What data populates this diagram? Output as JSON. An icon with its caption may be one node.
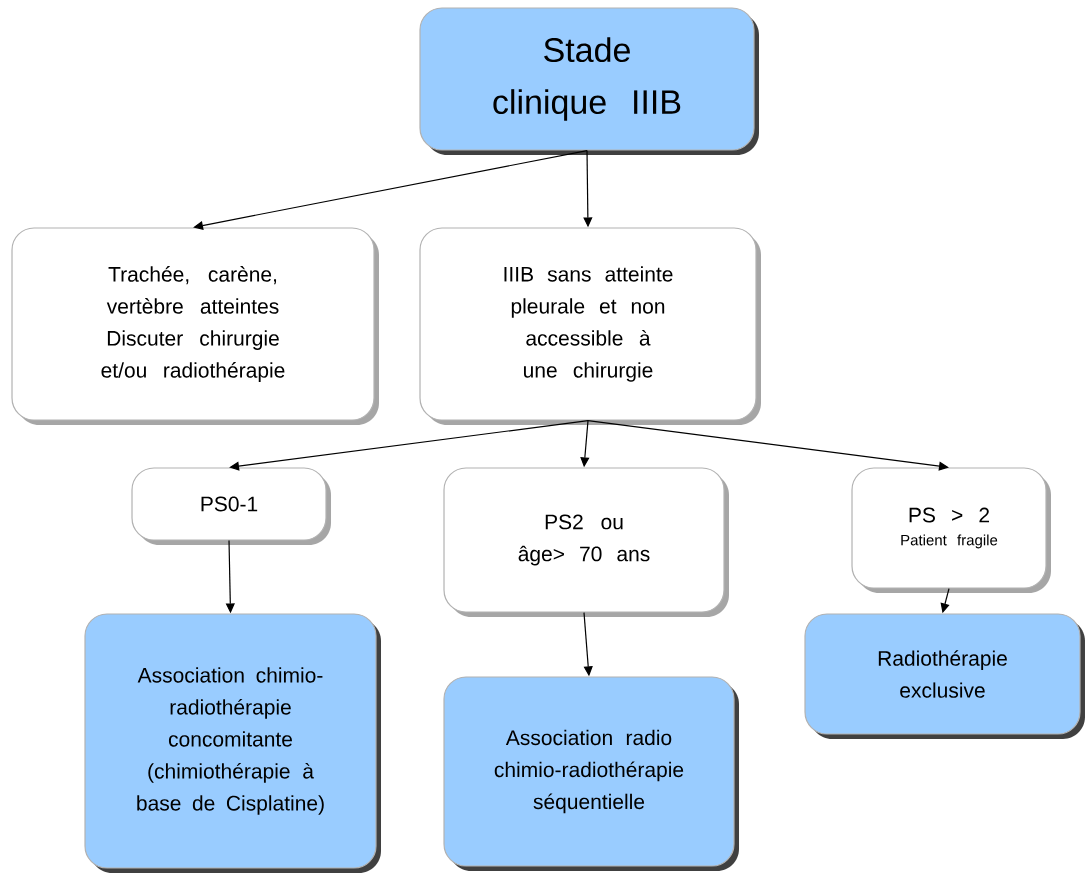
{
  "diagram": {
    "nodes": [
      {
        "text": [
          "Stade clinique IIIB"
        ]
      },
      {
        "text": [
          "Trachée, carène, vertèbre atteintes",
          "Discuter chirurgie et/ou radiothérapie"
        ]
      },
      {
        "text": [
          "IIIB sans atteinte pleurale et non accessible à une chirurgie"
        ]
      },
      {
        "text": [
          "PS0-1"
        ]
      },
      {
        "text": [
          "PS2 ou âge> 70 ans"
        ]
      },
      {
        "text": [
          "PS > 2",
          "Patient fragile"
        ]
      },
      {
        "text": [
          "Association chimio-radiothérapie concomitante (chimiothérapie à base de Cisplatine)"
        ]
      },
      {
        "text": [
          "Association radio chimio-radiothérapie séquentielle"
        ]
      },
      {
        "text": [
          "Radiothérapie exclusive"
        ]
      }
    ],
    "edges": [
      {
        "from": 0,
        "to": 1,
        "arrow": "to"
      },
      {
        "from": 0,
        "to": 2,
        "arrow": "to"
      },
      {
        "from": 2,
        "to": 3,
        "arrow": "to"
      },
      {
        "from": 2,
        "to": 4,
        "arrow": "to"
      },
      {
        "from": 2,
        "to": 5,
        "arrow": "to"
      },
      {
        "from": 3,
        "to": 6,
        "arrow": "to"
      },
      {
        "from": 4,
        "to": 7,
        "arrow": "to"
      },
      {
        "from": 5,
        "to": 8,
        "arrow": "to"
      }
    ]
  }
}
